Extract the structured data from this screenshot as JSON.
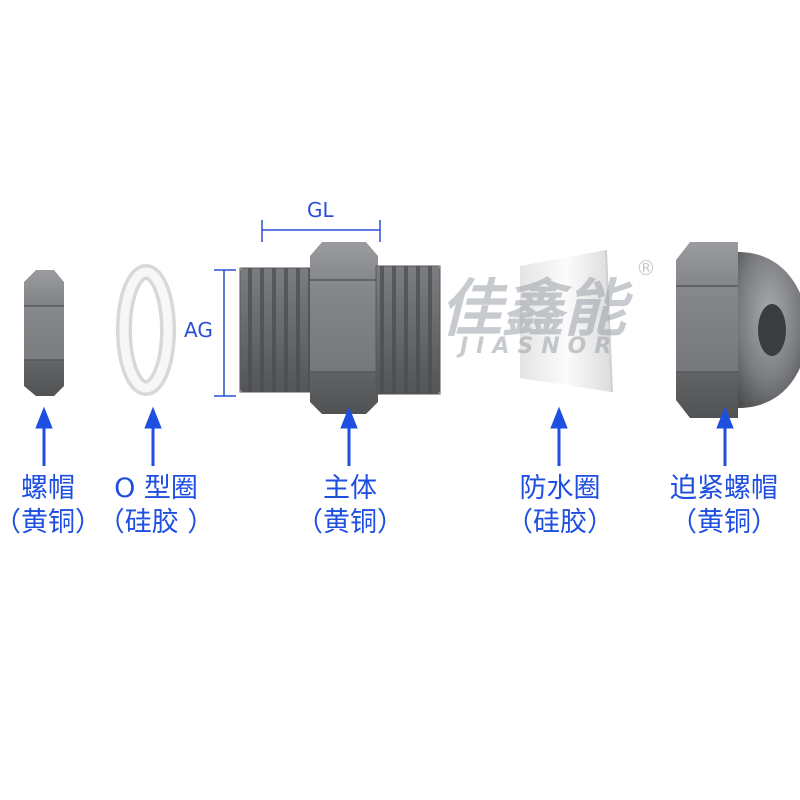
{
  "dimensions": {
    "gl": "GL",
    "ag": "AG"
  },
  "watermark": {
    "brand_cn": "佳鑫能",
    "brand_en": "JIASNOR",
    "reg_mark": "®"
  },
  "parts": [
    {
      "name_line1": "螺帽",
      "name_line2": "（黄铜）"
    },
    {
      "name_line1": "O 型圈",
      "name_line2": "（硅胶 ）"
    },
    {
      "name_line1": "主体",
      "name_line2": "（黄铜）"
    },
    {
      "name_line1": "防水圈",
      "name_line2": "（硅胶）"
    },
    {
      "name_line1": "迫紧螺帽",
      "name_line2": "（黄铜）"
    }
  ],
  "colors": {
    "accent": "#1f4fe0",
    "metal": "#7b7d80",
    "silicone": "#f2f2f2"
  }
}
